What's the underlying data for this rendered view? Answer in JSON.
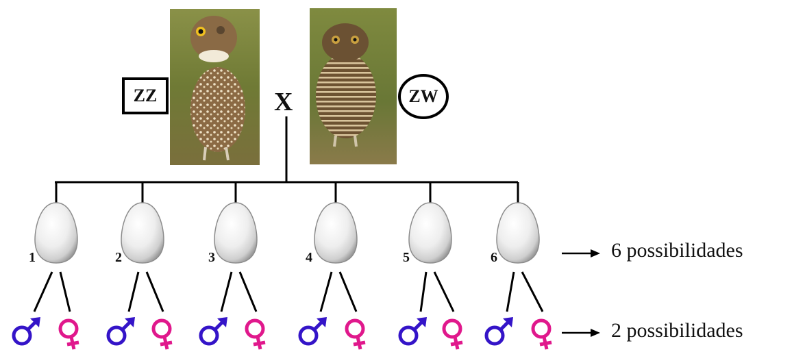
{
  "parents": {
    "male_genotype": "ZZ",
    "female_genotype": "ZW",
    "cross_symbol": "X"
  },
  "eggs": [
    {
      "number": "1"
    },
    {
      "number": "2"
    },
    {
      "number": "3"
    },
    {
      "number": "4"
    },
    {
      "number": "5"
    },
    {
      "number": "6"
    }
  ],
  "results": {
    "eggs_outcome": "6 possibilidades",
    "sex_outcome": "2 possibilidades"
  },
  "icons": {
    "male": "male-symbol-icon",
    "female": "female-symbol-icon"
  },
  "colors": {
    "male": "#3414c8",
    "female": "#e0188c",
    "line": "#000000"
  }
}
